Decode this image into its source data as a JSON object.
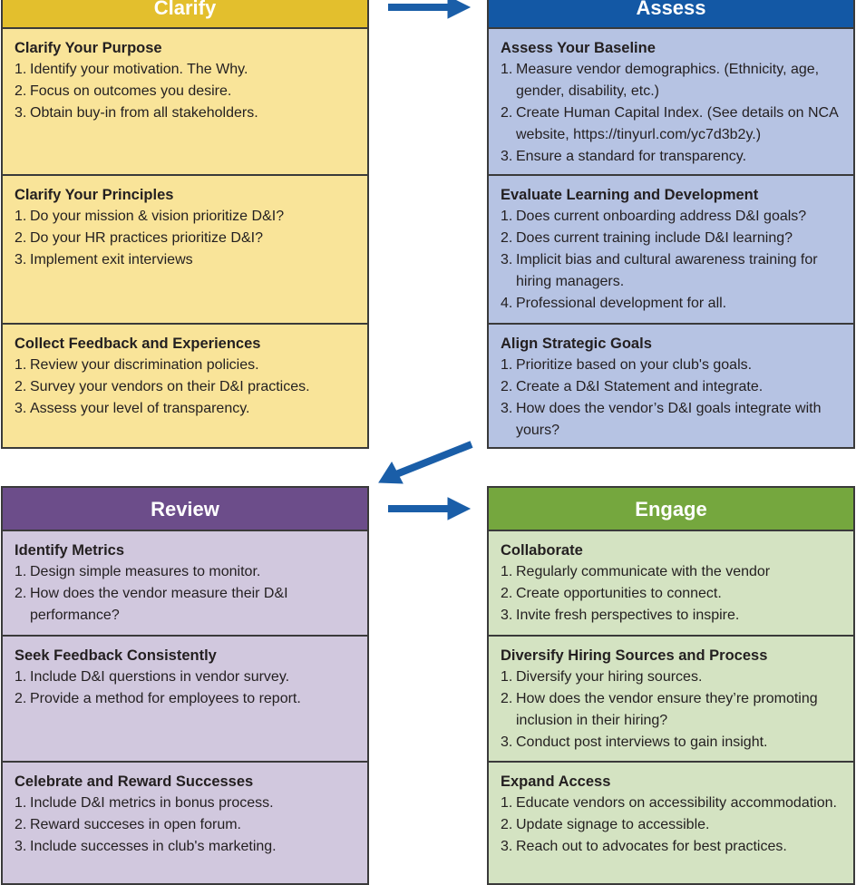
{
  "colors": {
    "clarify_header": "#e3bf2d",
    "clarify_body": "#f9e499",
    "assess_header": "#1358a5",
    "assess_body": "#b6c3e3",
    "review_header": "#6c4d8a",
    "review_body": "#d1c8de",
    "engage_header": "#75a73e",
    "engage_body": "#d4e3c2",
    "arrow": "#1a5ea8"
  },
  "panels": {
    "clarify": {
      "title": "Clarify",
      "sections": [
        {
          "title": "Clarify Your Purpose",
          "items": [
            {
              "num": "1.",
              "text": "Identify your motivation. The Why."
            },
            {
              "num": "2.",
              "text": "Focus on outcomes you desire."
            },
            {
              "num": "3.",
              "text": "Obtain buy-in from all stakeholders."
            }
          ]
        },
        {
          "title": "Clarify Your Principles",
          "items": [
            {
              "num": "1.",
              "text": "Do your mission & vision prioritize D&I?"
            },
            {
              "num": "2.",
              "text": "Do your HR practices prioritize D&I?"
            },
            {
              "num": "3.",
              "text": "Implement exit interviews"
            }
          ]
        },
        {
          "title": "Collect Feedback and Experiences",
          "items": [
            {
              "num": "1.",
              "text": "Review your discrimination policies."
            },
            {
              "num": "2.",
              "text": "Survey your vendors on their D&I practices."
            },
            {
              "num": "3.",
              "text": "Assess your level of transparency."
            }
          ]
        }
      ]
    },
    "assess": {
      "title": "Assess",
      "sections": [
        {
          "title": "Assess Your Baseline",
          "items": [
            {
              "num": "1.",
              "text": "Measure vendor demographics. (Ethnicity, age, gender, disability, etc.)"
            },
            {
              "num": "2.",
              "text": "Create Human Capital Index. (See details on NCA website, https://tinyurl.com/yc7d3b2y.)"
            },
            {
              "num": "3.",
              "text": "Ensure a standard for transparency."
            }
          ]
        },
        {
          "title": "Evaluate Learning and Development",
          "items": [
            {
              "num": "1.",
              "text": "Does current onboarding address D&I goals?"
            },
            {
              "num": "2.",
              "text": "Does current training include D&I learning?"
            },
            {
              "num": "3.",
              "text": "Implicit bias and cultural awareness training for hiring managers."
            },
            {
              "num": "4.",
              "text": "Professional development for all."
            }
          ]
        },
        {
          "title": "Align Strategic Goals",
          "items": [
            {
              "num": "1.",
              "text": "Prioritize based on your club's goals."
            },
            {
              "num": "2.",
              "text": "Create a D&I Statement and integrate."
            },
            {
              "num": "3.",
              "text": "How does the vendor’s D&I goals integrate with yours?"
            }
          ]
        }
      ]
    },
    "review": {
      "title": "Review",
      "sections": [
        {
          "title": "Identify Metrics",
          "items": [
            {
              "num": "1.",
              "text": "Design simple measures to monitor."
            },
            {
              "num": "2.",
              "text": "How does the vendor measure their D&I performance?"
            }
          ]
        },
        {
          "title": "Seek Feedback Consistently",
          "items": [
            {
              "num": "1.",
              "text": "Include D&I querstions in vendor survey."
            },
            {
              "num": "2.",
              "text": "Provide a method for employees to report."
            }
          ]
        },
        {
          "title": "Celebrate and Reward Successes",
          "items": [
            {
              "num": "1.",
              "text": "Include D&I metrics in bonus process."
            },
            {
              "num": "2.",
              "text": "Reward succeses in open forum."
            },
            {
              "num": "3.",
              "text": "Include successes in club's marketing."
            }
          ]
        }
      ]
    },
    "engage": {
      "title": "Engage",
      "sections": [
        {
          "title": "Collaborate",
          "items": [
            {
              "num": "1.",
              "text": "Regularly communicate with the vendor"
            },
            {
              "num": "2.",
              "text": "Create opportunities to connect."
            },
            {
              "num": "3.",
              "text": "Invite fresh perspectives to inspire."
            }
          ]
        },
        {
          "title": "Diversify Hiring Sources and Process",
          "items": [
            {
              "num": "1.",
              "text": "Diversify your hiring sources."
            },
            {
              "num": "2.",
              "text": "How does the vendor ensure they’re promoting inclusion in their hiring?"
            },
            {
              "num": "3.",
              "text": "Conduct post interviews to gain insight."
            }
          ]
        },
        {
          "title": "Expand Access",
          "items": [
            {
              "num": "1.",
              "text": "Educate vendors on accessibility accommodation."
            },
            {
              "num": "2.",
              "text": "Update signage to accessible."
            },
            {
              "num": "3.",
              "text": "Reach out to advocates for best practices."
            }
          ]
        }
      ]
    }
  }
}
